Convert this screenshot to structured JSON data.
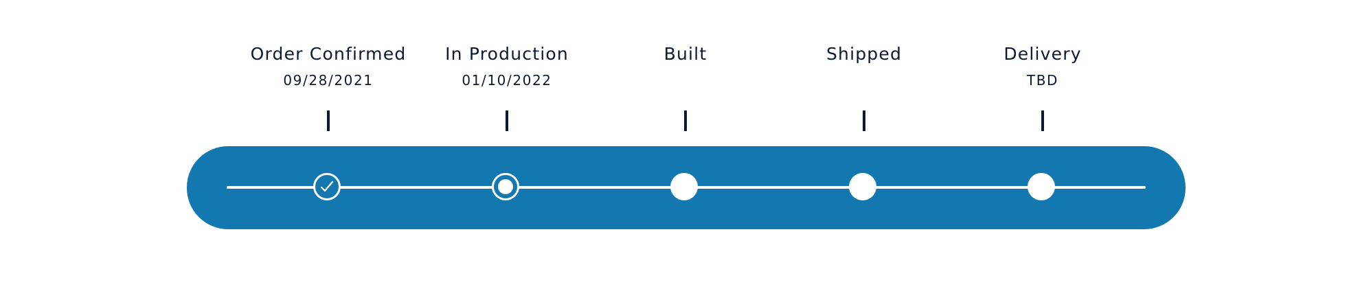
{
  "tracker": {
    "steps": [
      {
        "title": "Order Confirmed",
        "date": "09/28/2021",
        "status": "completed",
        "icon": "check-icon"
      },
      {
        "title": "In Production",
        "date": "01/10/2022",
        "status": "current",
        "icon": "current-dot-icon"
      },
      {
        "title": "Built",
        "date": "",
        "status": "pending",
        "icon": "pending-dot-icon"
      },
      {
        "title": "Shipped",
        "date": "",
        "status": "pending",
        "icon": "pending-dot-icon"
      },
      {
        "title": "Delivery",
        "date": "TBD",
        "status": "pending",
        "icon": "pending-dot-icon"
      }
    ],
    "colors": {
      "track": "#1478b0",
      "text": "#0b1a33",
      "node": "#ffffff"
    }
  }
}
